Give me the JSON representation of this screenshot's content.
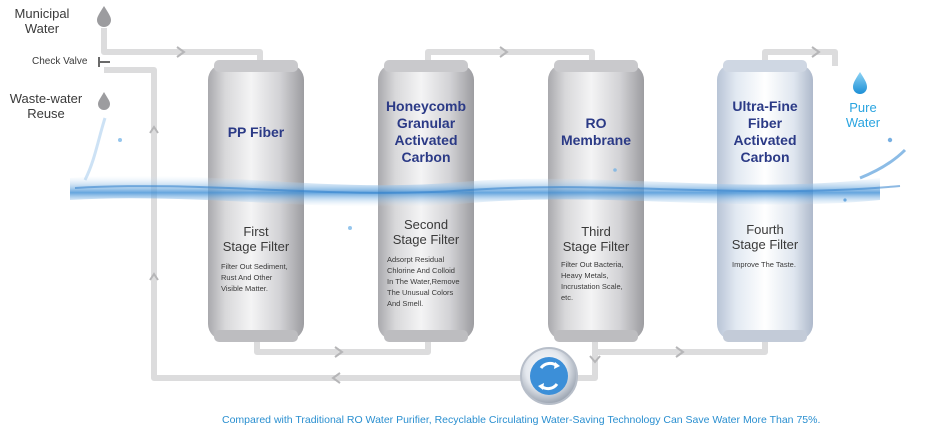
{
  "inputs": {
    "municipal_water": [
      "Municipal",
      "Water"
    ],
    "check_valve": "Check Valve",
    "waste_water": [
      "Waste-water",
      "Reuse"
    ]
  },
  "output": {
    "pure_water": [
      "Pure",
      "Water"
    ]
  },
  "filters": [
    {
      "name": [
        "PP Fiber"
      ],
      "stage": [
        "First",
        "Stage Filter"
      ],
      "description": [
        "Filter Out Sediment,",
        "Rust And Other",
        "Visible Matter."
      ]
    },
    {
      "name": [
        "Honeycomb",
        "Granular",
        "Activated",
        "Carbon"
      ],
      "stage": [
        "Second",
        "Stage Filter"
      ],
      "description": [
        "Adsorpt Residual",
        "Chlorine And Colloid",
        "In The Water,Remove",
        "The Unusual Colors",
        "And Smell."
      ]
    },
    {
      "name": [
        "RO",
        "Membrane"
      ],
      "stage": [
        "Third",
        "Stage Filter"
      ],
      "description": [
        "Filter Out Bacteria,",
        "Heavy Metals,",
        "Incrustation Scale,",
        "etc."
      ]
    },
    {
      "name": [
        "Ultra-Fine",
        "Fiber",
        "Activated",
        "Carbon"
      ],
      "stage": [
        "Fourth",
        "Stage Filter"
      ],
      "description": [
        "Improve The Taste."
      ]
    }
  ],
  "footer": "Compared with Traditional RO Water Purifier, Recyclable Circulating Water-Saving Technology Can Save Water More Than 75%.",
  "colors": {
    "filter_title": "#2b3a86",
    "pure_water": "#2aa4e0",
    "footer_text": "#2a8fd0",
    "pipe": "#d9dadb",
    "water": "#3f8fd6"
  },
  "icons": [
    "water-drop-icon",
    "check-valve-icon",
    "flow-arrow-icon",
    "recycle-pump-icon"
  ]
}
